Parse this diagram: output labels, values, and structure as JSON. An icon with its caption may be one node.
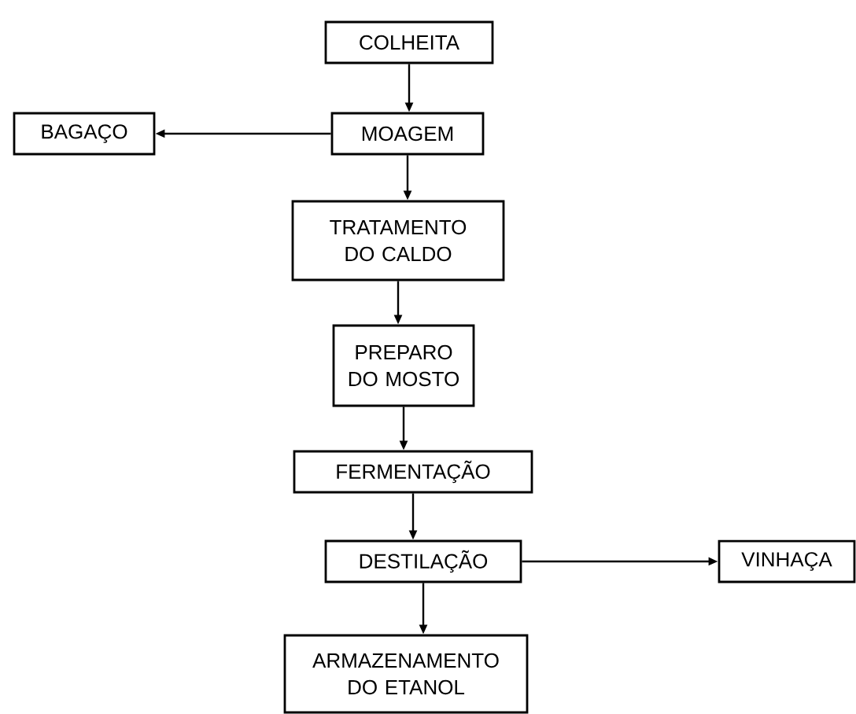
{
  "diagram": {
    "nodes": [
      {
        "text": [
          "COLHEITA"
        ]
      },
      {
        "text": [
          "MOAGEM"
        ]
      },
      {
        "text": [
          "BAGAÇO"
        ]
      },
      {
        "text": [
          "TRATAMENTO DO CALDO"
        ]
      },
      {
        "text": [
          "PREPARO DO MOSTO"
        ]
      },
      {
        "text": [
          "FERMENTAÇÃO"
        ]
      },
      {
        "text": [
          "DESTILAÇÃO"
        ]
      },
      {
        "text": [
          "VINHAÇA"
        ]
      },
      {
        "text": [
          "ARMAZENAMENTO DO ETANOL"
        ]
      }
    ],
    "edges": [
      {
        "from": 0,
        "to": 1,
        "arrow": "to"
      },
      {
        "from": 1,
        "to": 2,
        "arrow": "to"
      },
      {
        "from": 1,
        "to": 3,
        "arrow": "to"
      },
      {
        "from": 3,
        "to": 4,
        "arrow": "to"
      },
      {
        "from": 4,
        "to": 5,
        "arrow": "to"
      },
      {
        "from": 5,
        "to": 6,
        "arrow": "to"
      },
      {
        "from": 6,
        "to": 7,
        "arrow": "to"
      },
      {
        "from": 6,
        "to": 8,
        "arrow": "to"
      }
    ]
  }
}
